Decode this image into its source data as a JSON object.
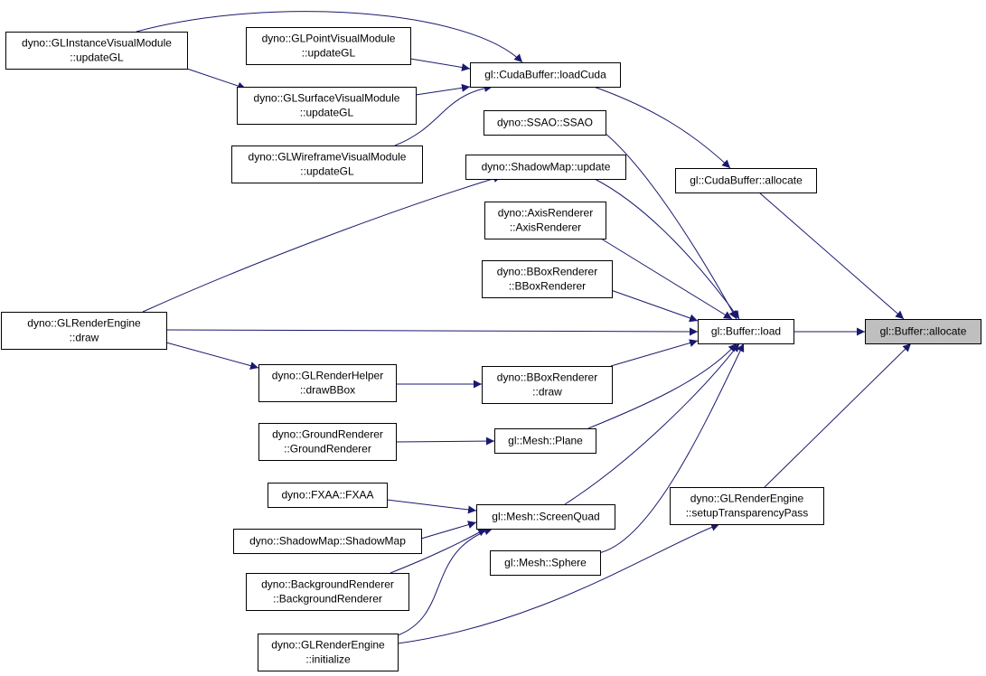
{
  "edge_color": "#191970",
  "focus_fill": "#bfbfbf",
  "nodes": {
    "buffer_allocate": {
      "lines": [
        "gl::Buffer::allocate"
      ]
    },
    "buffer_load": {
      "lines": [
        "gl::Buffer::load"
      ]
    },
    "cudabuffer_allocate": {
      "lines": [
        "gl::CudaBuffer::allocate"
      ]
    },
    "cudabuffer_loadcuda": {
      "lines": [
        "gl::CudaBuffer::loadCuda"
      ]
    },
    "setup_transparency_pass": {
      "lines": [
        "dyno::GLRenderEngine",
        "::setupTransparencyPass"
      ]
    },
    "instance_visual_update": {
      "lines": [
        "dyno::GLInstanceVisualModule",
        "::updateGL"
      ]
    },
    "point_visual_update": {
      "lines": [
        "dyno::GLPointVisualModule",
        "::updateGL"
      ]
    },
    "surface_visual_update": {
      "lines": [
        "dyno::GLSurfaceVisualModule",
        "::updateGL"
      ]
    },
    "wireframe_visual_update": {
      "lines": [
        "dyno::GLWireframeVisualModule",
        "::updateGL"
      ]
    },
    "ssao_ctor": {
      "lines": [
        "dyno::SSAO::SSAO"
      ]
    },
    "shadowmap_update": {
      "lines": [
        "dyno::ShadowMap::update"
      ]
    },
    "axis_renderer_ctor": {
      "lines": [
        "dyno::AxisRenderer",
        "::AxisRenderer"
      ]
    },
    "bbox_renderer_ctor": {
      "lines": [
        "dyno::BBoxRenderer",
        "::BBoxRenderer"
      ]
    },
    "render_engine_draw": {
      "lines": [
        "dyno::GLRenderEngine",
        "::draw"
      ]
    },
    "render_helper_drawbbox": {
      "lines": [
        "dyno::GLRenderHelper",
        "::drawBBox"
      ]
    },
    "bbox_renderer_draw": {
      "lines": [
        "dyno::BBoxRenderer",
        "::draw"
      ]
    },
    "ground_renderer_ctor": {
      "lines": [
        "dyno::GroundRenderer",
        "::GroundRenderer"
      ]
    },
    "mesh_plane": {
      "lines": [
        "gl::Mesh::Plane"
      ]
    },
    "fxaa_ctor": {
      "lines": [
        "dyno::FXAA::FXAA"
      ]
    },
    "mesh_screenquad": {
      "lines": [
        "gl::Mesh::ScreenQuad"
      ]
    },
    "shadowmap_ctor": {
      "lines": [
        "dyno::ShadowMap::ShadowMap"
      ]
    },
    "mesh_sphere": {
      "lines": [
        "gl::Mesh::Sphere"
      ]
    },
    "background_renderer_ctor": {
      "lines": [
        "dyno::BackgroundRenderer",
        "::BackgroundRenderer"
      ]
    },
    "render_engine_initialize": {
      "lines": [
        "dyno::GLRenderEngine",
        "::initialize"
      ]
    }
  },
  "edges": [
    {
      "from": "buffer_load",
      "to": "buffer_allocate"
    },
    {
      "from": "cudabuffer_allocate",
      "to": "buffer_allocate"
    },
    {
      "from": "setup_transparency_pass",
      "to": "buffer_allocate"
    },
    {
      "from": "cudabuffer_loadcuda",
      "to": "cudabuffer_allocate"
    },
    {
      "from": "instance_visual_update",
      "to": "cudabuffer_loadcuda"
    },
    {
      "from": "point_visual_update",
      "to": "cudabuffer_loadcuda"
    },
    {
      "from": "surface_visual_update",
      "to": "cudabuffer_loadcuda"
    },
    {
      "from": "wireframe_visual_update",
      "to": "cudabuffer_loadcuda"
    },
    {
      "from": "instance_visual_update",
      "to": "surface_visual_update"
    },
    {
      "from": "ssao_ctor",
      "to": "buffer_load"
    },
    {
      "from": "shadowmap_update",
      "to": "buffer_load"
    },
    {
      "from": "axis_renderer_ctor",
      "to": "buffer_load"
    },
    {
      "from": "bbox_renderer_ctor",
      "to": "buffer_load"
    },
    {
      "from": "render_engine_draw",
      "to": "buffer_load"
    },
    {
      "from": "bbox_renderer_draw",
      "to": "buffer_load"
    },
    {
      "from": "mesh_plane",
      "to": "buffer_load"
    },
    {
      "from": "mesh_screenquad",
      "to": "buffer_load"
    },
    {
      "from": "mesh_sphere",
      "to": "buffer_load"
    },
    {
      "from": "render_engine_draw",
      "to": "shadowmap_update"
    },
    {
      "from": "render_engine_draw",
      "to": "render_helper_drawbbox"
    },
    {
      "from": "render_helper_drawbbox",
      "to": "bbox_renderer_draw"
    },
    {
      "from": "ground_renderer_ctor",
      "to": "mesh_plane"
    },
    {
      "from": "fxaa_ctor",
      "to": "mesh_screenquad"
    },
    {
      "from": "shadowmap_ctor",
      "to": "mesh_screenquad"
    },
    {
      "from": "background_renderer_ctor",
      "to": "mesh_screenquad"
    },
    {
      "from": "render_engine_initialize",
      "to": "mesh_screenquad"
    },
    {
      "from": "render_engine_initialize",
      "to": "setup_transparency_pass"
    }
  ]
}
